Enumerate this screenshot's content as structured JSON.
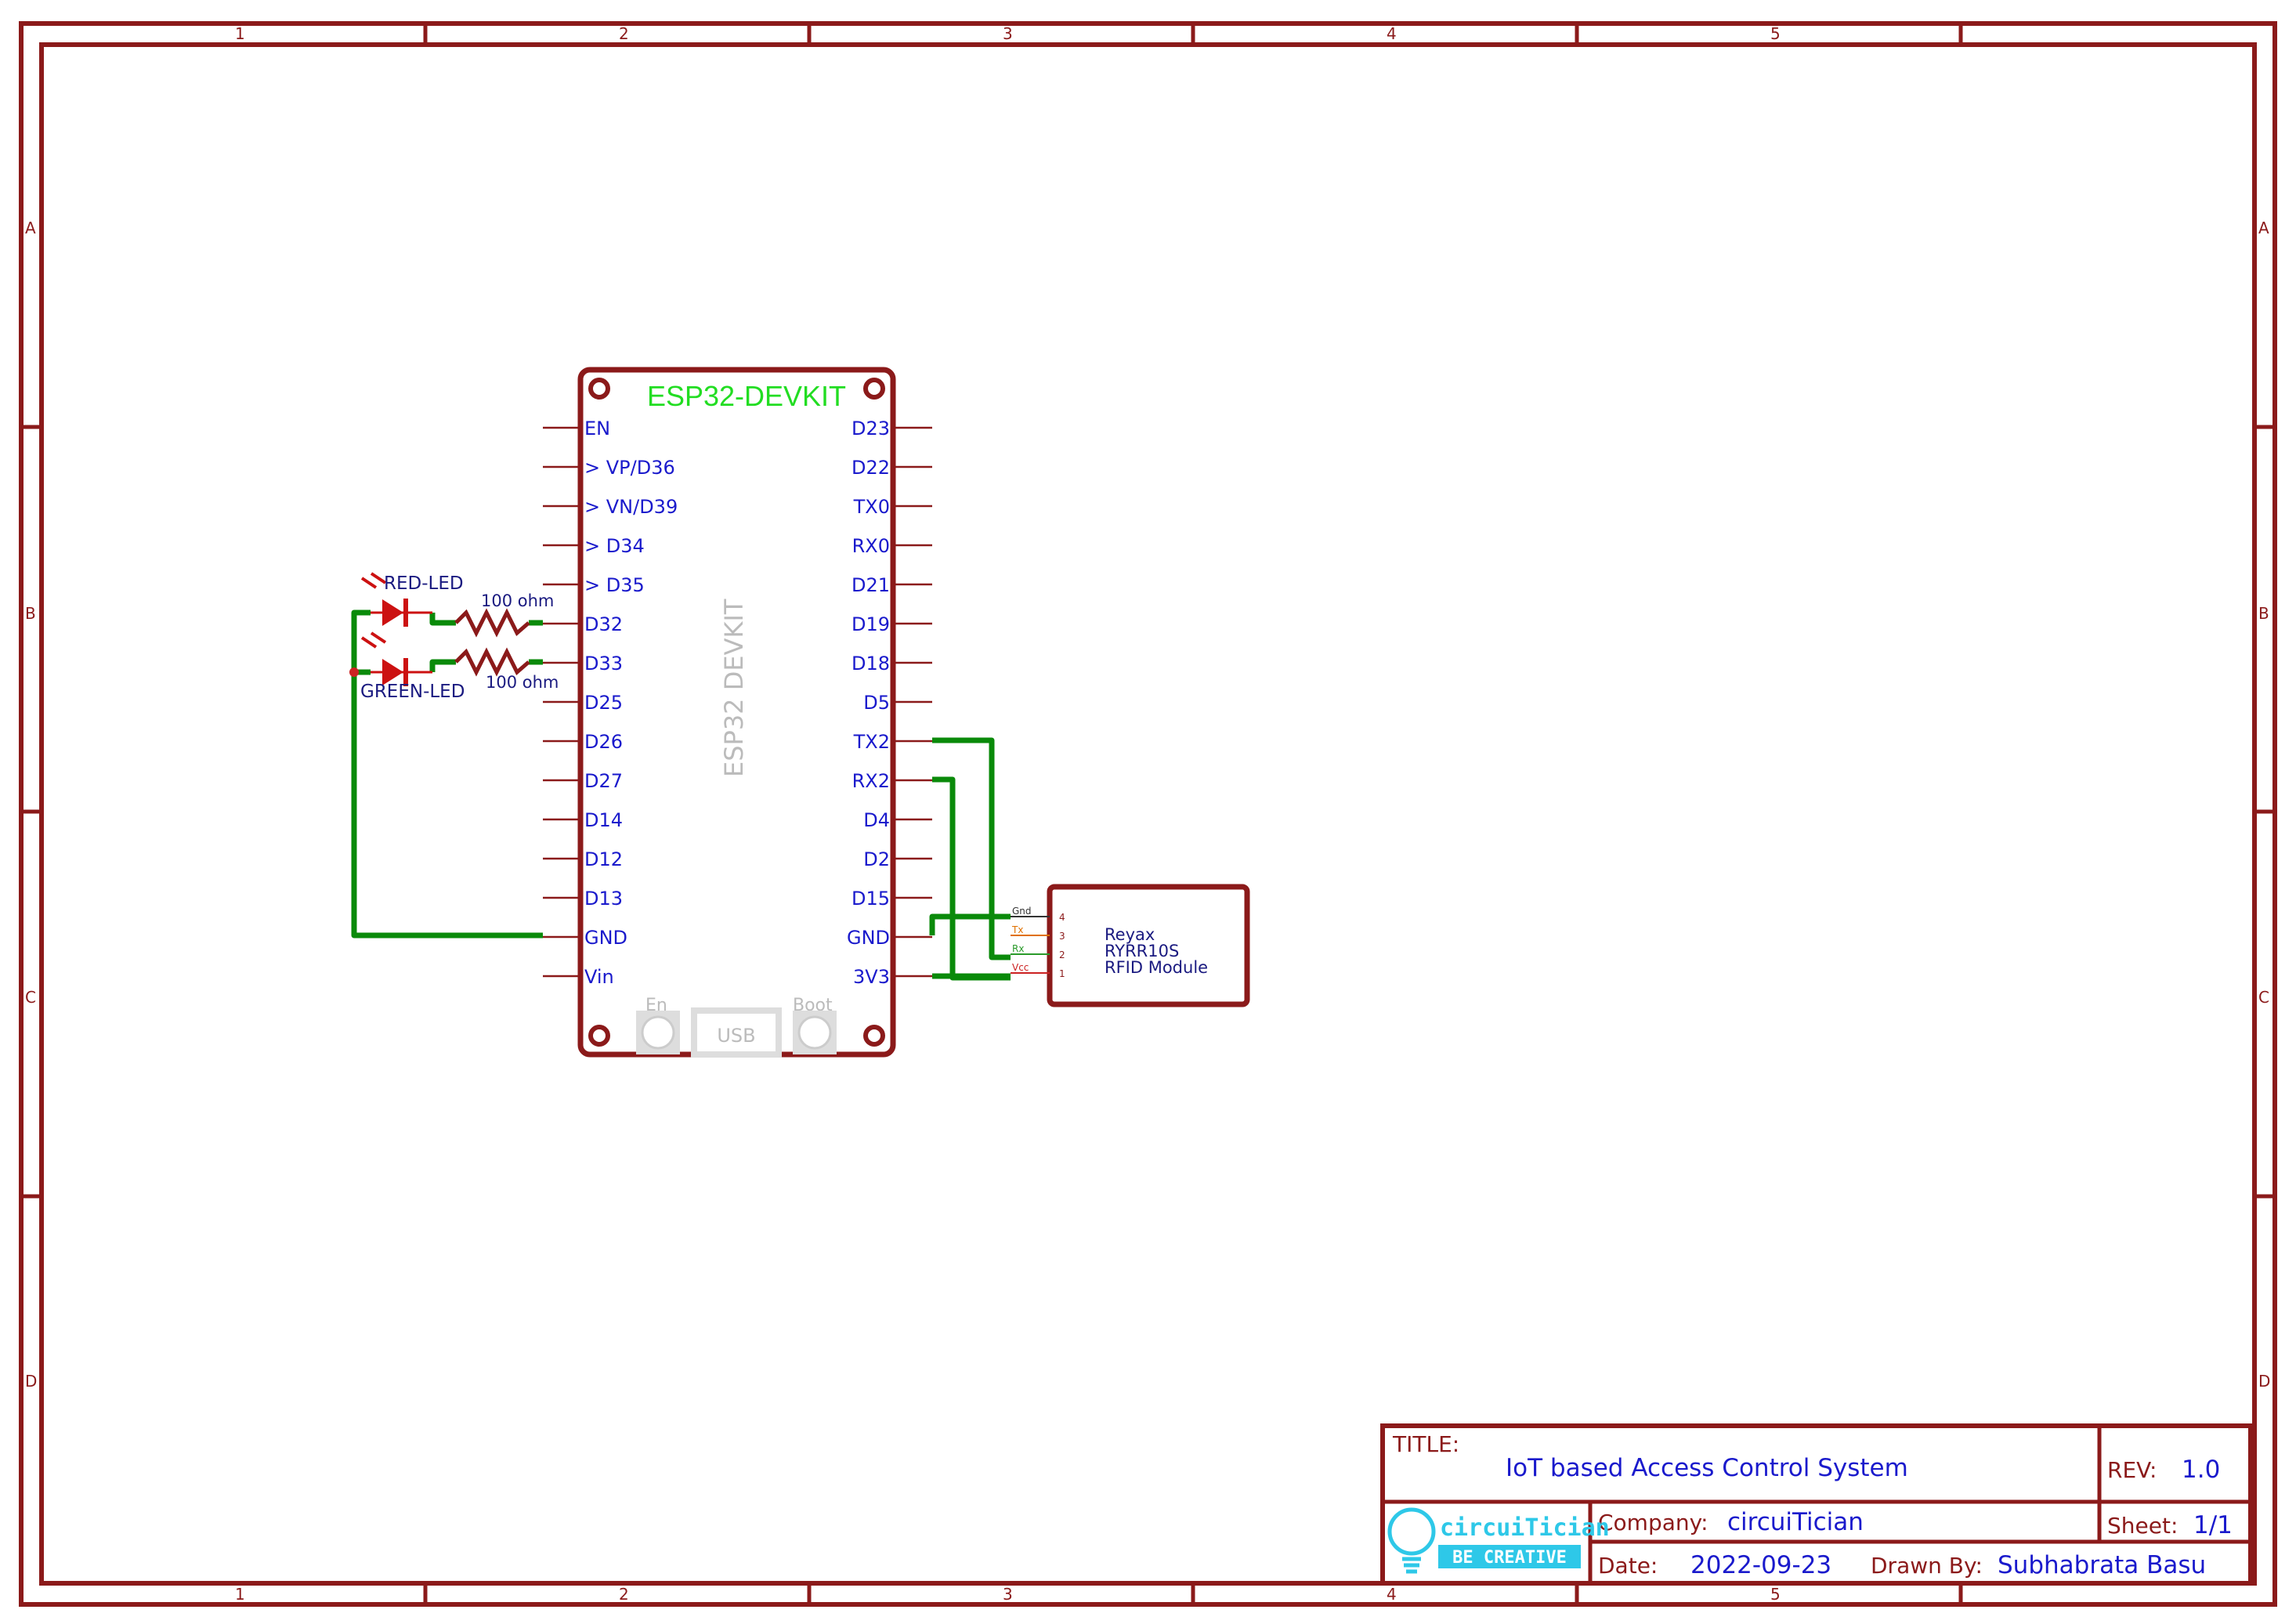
{
  "frame": {
    "columns": [
      "1",
      "2",
      "3",
      "4",
      "5"
    ],
    "rows": [
      "A",
      "B",
      "C",
      "D"
    ]
  },
  "esp32": {
    "title": "ESP32-DEVKIT",
    "watermark": "ESP32 DEVKIT",
    "left_pins": [
      "EN",
      "> VP/D36",
      "> VN/D39",
      "> D34",
      "> D35",
      "D32",
      "D33",
      "D25",
      "D26",
      "D27",
      "D14",
      "D12",
      "D13",
      "GND",
      "Vin"
    ],
    "right_pins": [
      "D23",
      "D22",
      "TX0",
      "RX0",
      "D21",
      "D19",
      "D18",
      "D5",
      "TX2",
      "RX2",
      "D4",
      "D2",
      "D15",
      "GND",
      "3V3"
    ],
    "buttons": {
      "en": "En",
      "usb": "USB",
      "boot": "Boot"
    }
  },
  "leds": {
    "red": "RED-LED",
    "green": "GREEN-LED",
    "r1": "100 ohm",
    "r2": "100 ohm"
  },
  "rfid": {
    "lines": [
      "Reyax",
      "RYRR10S",
      "RFID Module"
    ],
    "pins": [
      {
        "name": "Gnd",
        "num": "4",
        "color": "#333333"
      },
      {
        "name": "Tx",
        "num": "3",
        "color": "#e07000"
      },
      {
        "name": "Rx",
        "num": "2",
        "color": "#2a9a2a"
      },
      {
        "name": "Vcc",
        "num": "1",
        "color": "#cc2222"
      }
    ]
  },
  "title_block": {
    "title_label": "TITLE:",
    "title": "IoT based Access Control System",
    "rev_label": "REV:",
    "rev": "1.0",
    "company_label": "Company:",
    "company": "circuiTician",
    "sheet_label": "Sheet:",
    "sheet": "1/1",
    "date_label": "Date:",
    "date": "2022-09-23",
    "drawn_label": "Drawn By:",
    "drawn": "Subhabrata Basu",
    "logo_name": "circuiTician",
    "logo_tagline": "BE CREATIVE"
  }
}
